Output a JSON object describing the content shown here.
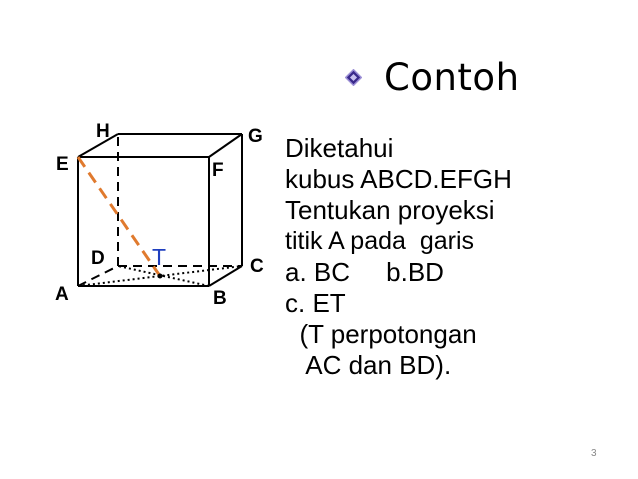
{
  "diagram": {
    "labels": {
      "A": "A",
      "B": "B",
      "C": "C",
      "D": "D",
      "E": "E",
      "F": "F",
      "G": "G",
      "H": "H",
      "T": "T"
    },
    "colors": {
      "edges": "#000000",
      "projection_line": "#e07a2e",
      "point_T": "#1f3fbf"
    }
  },
  "heading": {
    "bullet_icon": "diamond-bullet-icon",
    "text": "Contoh"
  },
  "body_lines": [
    "Diketahui",
    "kubus ABCD.EFGH",
    "Tentukan proyeksi",
    "titik A pada  garis",
    "a. BC     b.BD",
    "c. ET",
    "  (T perpotongan",
    "   AC dan BD)."
  ],
  "page_number": "3"
}
